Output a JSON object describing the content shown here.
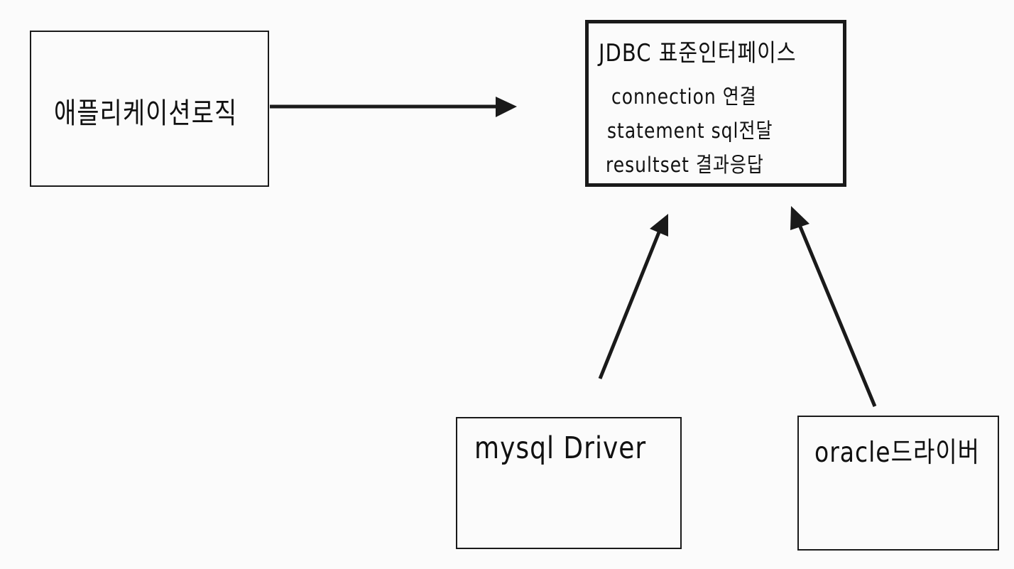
{
  "app_box": {
    "label": "애플리케이션로직"
  },
  "jdbc_box": {
    "title": "JDBC 표준인터페이스",
    "lines": [
      "connection 연결",
      "statement sql전달",
      "resultset 결과응답"
    ]
  },
  "mysql_box": {
    "label": "mysql Driver"
  },
  "oracle_box": {
    "label": "oracle드라이버"
  },
  "colors": {
    "stroke": "#1a1a1a",
    "background": "#fbfbfb"
  }
}
